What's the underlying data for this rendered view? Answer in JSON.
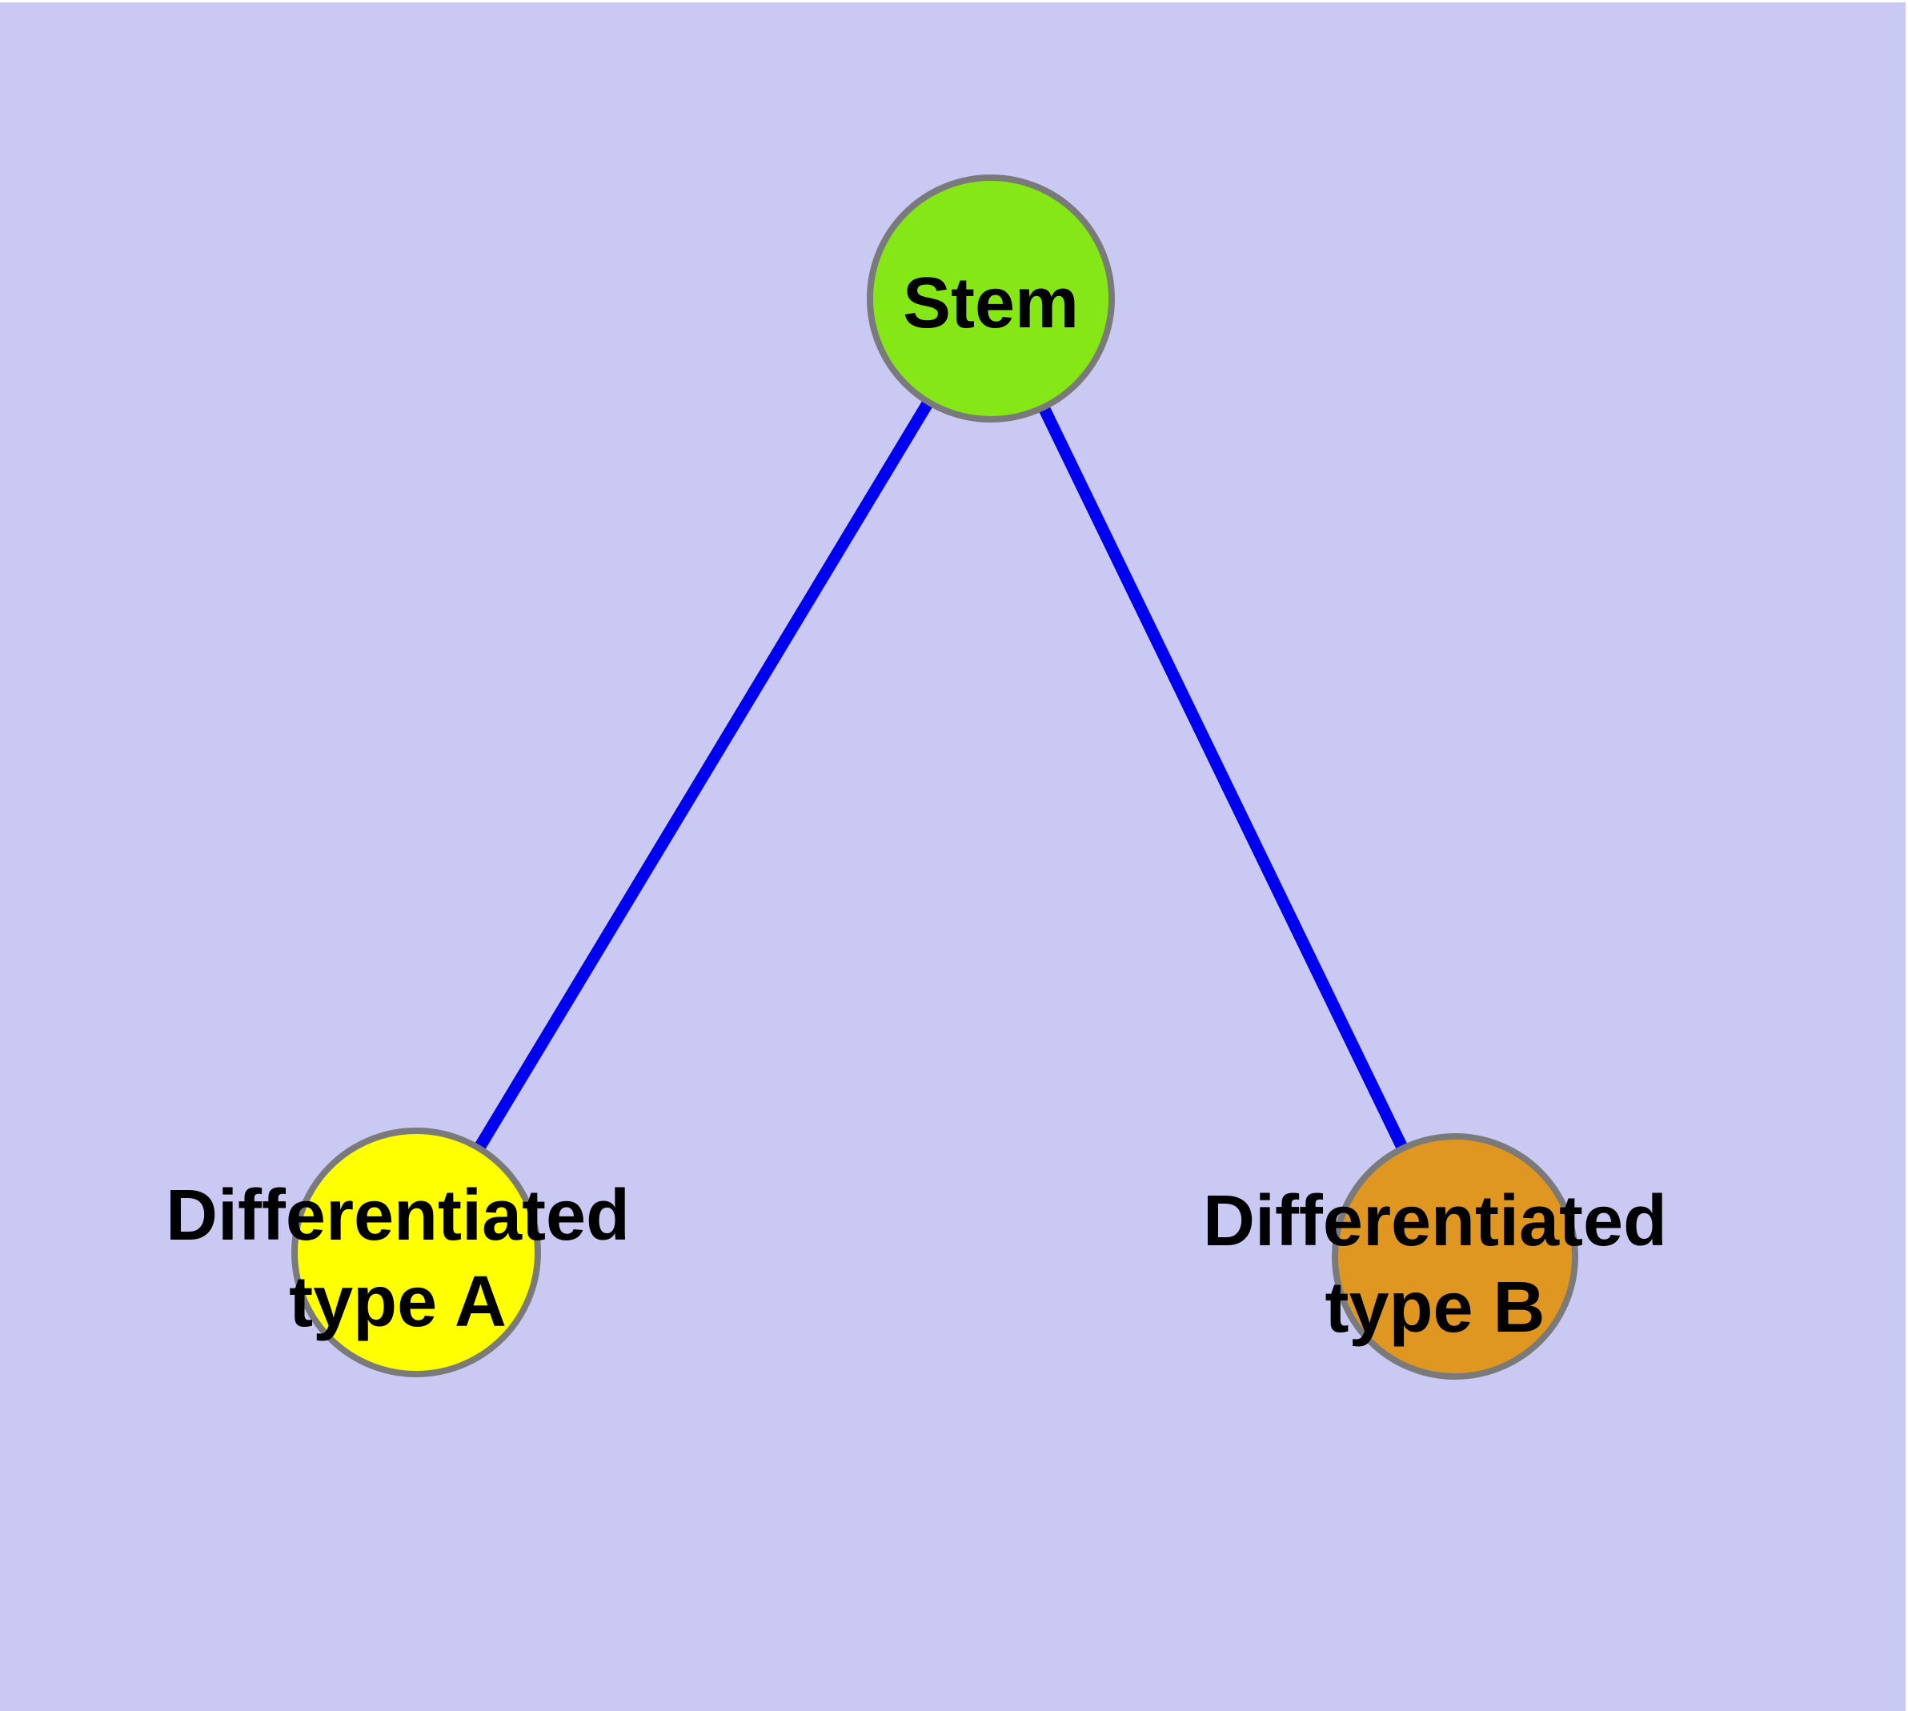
{
  "diagram": {
    "title": "",
    "type": "node-link-graph",
    "nodes": {
      "stem": {
        "label": "Stem",
        "fill": "#86E716"
      },
      "type_a": {
        "label_line1": "Differentiated",
        "label_line2": "type A",
        "fill": "#FFFF00"
      },
      "type_b": {
        "label_line1": "Differentiated",
        "label_line2": "type B",
        "fill": "#E09721"
      }
    },
    "edges": [
      {
        "from": "Stem",
        "to": "Differentiated type A"
      },
      {
        "from": "Stem",
        "to": "Differentiated type B"
      }
    ]
  },
  "colors": {
    "background": "#C9C9F3",
    "page_margin": "#FFFFFF",
    "edge": "#0000F0",
    "node_border": "#7A7A7A",
    "label_text": "#000000"
  }
}
